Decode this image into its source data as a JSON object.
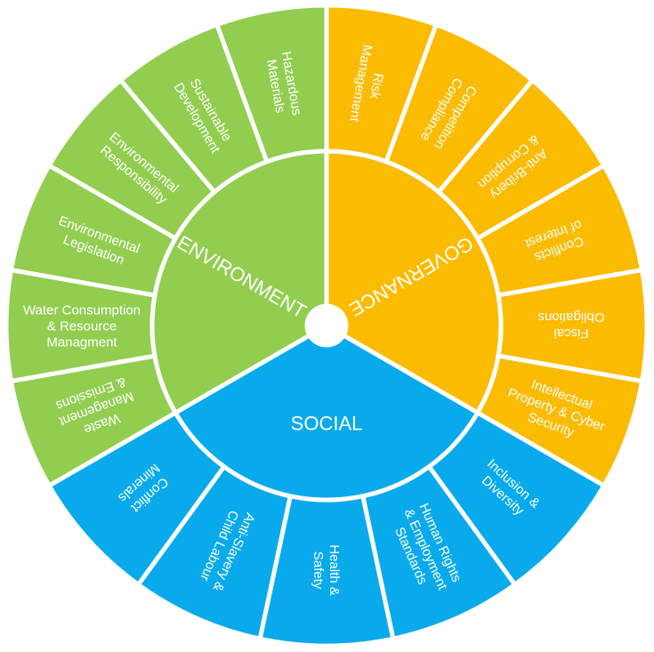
{
  "colors": {
    "environment": "#92cd50",
    "governance": "#fbbb00",
    "social": "#09aaec",
    "divider": "#ffffff",
    "text": "#ffffff"
  },
  "categories": [
    {
      "key": "governance",
      "label": "GOVERNANCE",
      "segments": [
        [
          "Risk",
          "Management"
        ],
        [
          "Competition",
          "Compliance"
        ],
        [
          "Anti-Bribery",
          "& Corruption"
        ],
        [
          "Conflicts",
          "of Interest"
        ],
        [
          "Fiscal",
          "Obligations"
        ],
        [
          "Intellectual",
          "Property & Cyber",
          "Security"
        ]
      ]
    },
    {
      "key": "social",
      "label": "SOCIAL",
      "segments": [
        [
          "Inclusion &",
          "Diversity"
        ],
        [
          "Human Rights",
          "& Employment",
          "Standards"
        ],
        [
          "Health &",
          "Safety"
        ],
        [
          "Anti-Slavery &",
          "Child Labour"
        ],
        [
          "Conflict",
          "Minerals"
        ]
      ]
    },
    {
      "key": "environment",
      "label": "ENVIRONMENT",
      "segments": [
        [
          "Waste",
          "Management",
          "& Emissions"
        ],
        [
          "Water Consumption",
          "& Resource",
          "Managment"
        ],
        [
          "Environmental",
          "Legislation"
        ],
        [
          "Environmental",
          "Responsibility"
        ],
        [
          "Sustainable",
          "Development"
        ],
        [
          "Hazardous",
          "Materials"
        ]
      ]
    }
  ]
}
